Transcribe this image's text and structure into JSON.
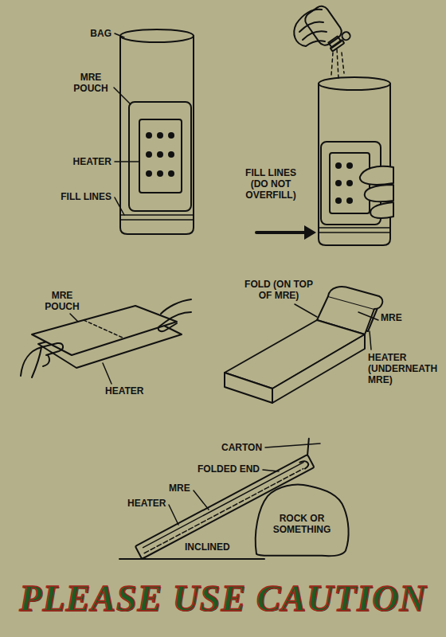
{
  "diagram": {
    "caption": "PLEASE USE CAUTION",
    "nodes": [
      {
        "text": [
          "ROCK OR SOMETHING"
        ]
      }
    ],
    "labels": [
      "BAG",
      "MRE POUCH",
      "HEATER",
      "FILL LINES",
      "FILL LINES (DO NOT OVERFILL)",
      "MRE POUCH",
      "HEATER",
      "FOLD (ON TOP OF MRE)",
      "MRE",
      "HEATER (UNDERNEATH MRE)",
      "CARTON",
      "FOLDED END",
      "MRE",
      "HEATER",
      "INCLINED"
    ]
  }
}
